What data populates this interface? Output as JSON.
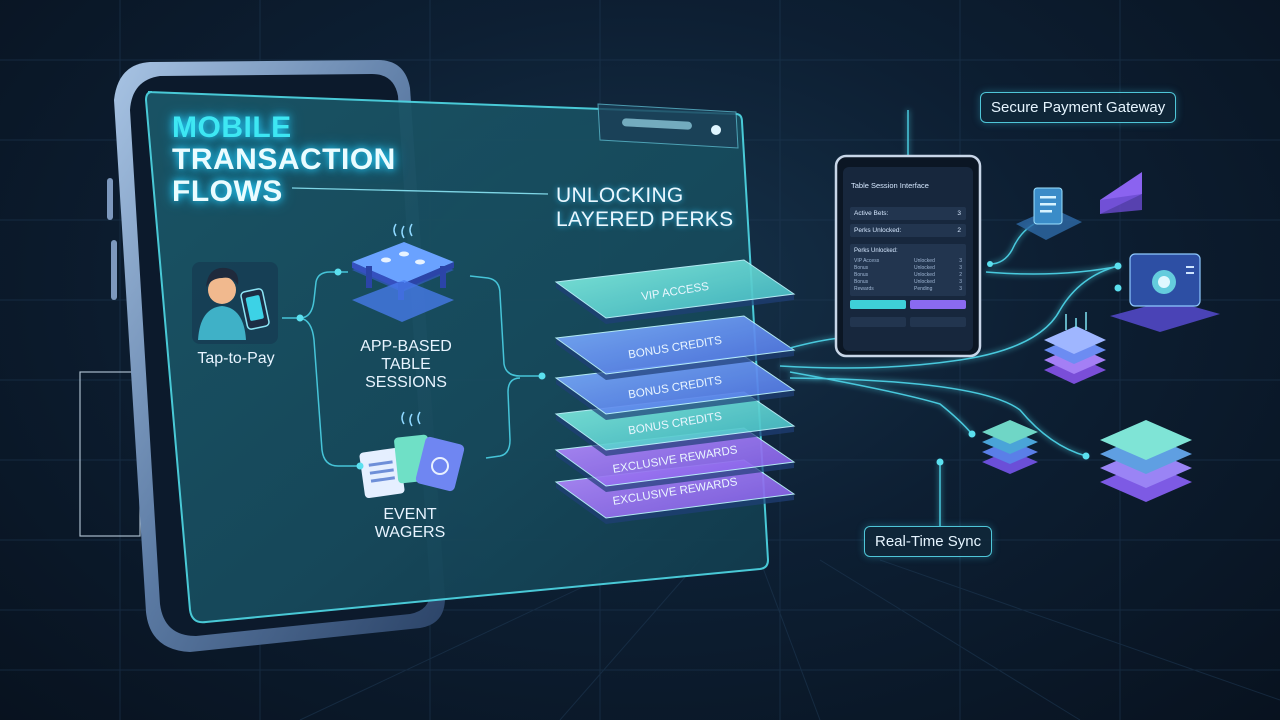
{
  "title": {
    "line1": "MOBILE",
    "line2": "TRANSACTION",
    "line3": "FLOWS"
  },
  "subtitle": {
    "line1": "UNLOCKING",
    "line2": "LAYERED PERKS"
  },
  "nodes": {
    "tap_to_pay": "Tap-to-Pay",
    "table_sessions": {
      "line1": "APP-BASED",
      "line2": "TABLE SESSIONS"
    },
    "event_wagers": {
      "line1": "EVENT",
      "line2": "WAGERS"
    }
  },
  "perk_layers": [
    "VIP ACCESS",
    "BONUS CREDITS",
    "BONUS CREDITS",
    "BONUS CREDITS",
    "EXCLUSIVE REWARDS",
    "EXCLUSIVE REWARDS"
  ],
  "callouts": {
    "gateway": "Secure Payment Gateway",
    "sync": "Real-Time Sync"
  },
  "tablet": {
    "title": "Table Session Interface",
    "active_bets_label": "Active Bets:",
    "active_bets_value": "3",
    "perks_unlocked_label": "Perks Unlocked:",
    "perks_unlocked_value": "2",
    "perks_header": "Perks Unlocked:",
    "rows": [
      {
        "name": "VIP Access",
        "mid": "Unlocked",
        "val": "3"
      },
      {
        "name": "Bonus",
        "mid": "Unlocked",
        "val": "3"
      },
      {
        "name": "Bonus",
        "mid": "Unlocked",
        "val": "2"
      },
      {
        "name": "Bonus",
        "mid": "Unlocked",
        "val": "3"
      },
      {
        "name": "Rewards",
        "mid": "Pending",
        "val": "3"
      }
    ]
  },
  "colors": {
    "accent": "#3ee7f3",
    "teal": "#5fd8c8",
    "blue": "#5a7fe0",
    "violet": "#9a6ef0",
    "line": "#48c9dd"
  }
}
